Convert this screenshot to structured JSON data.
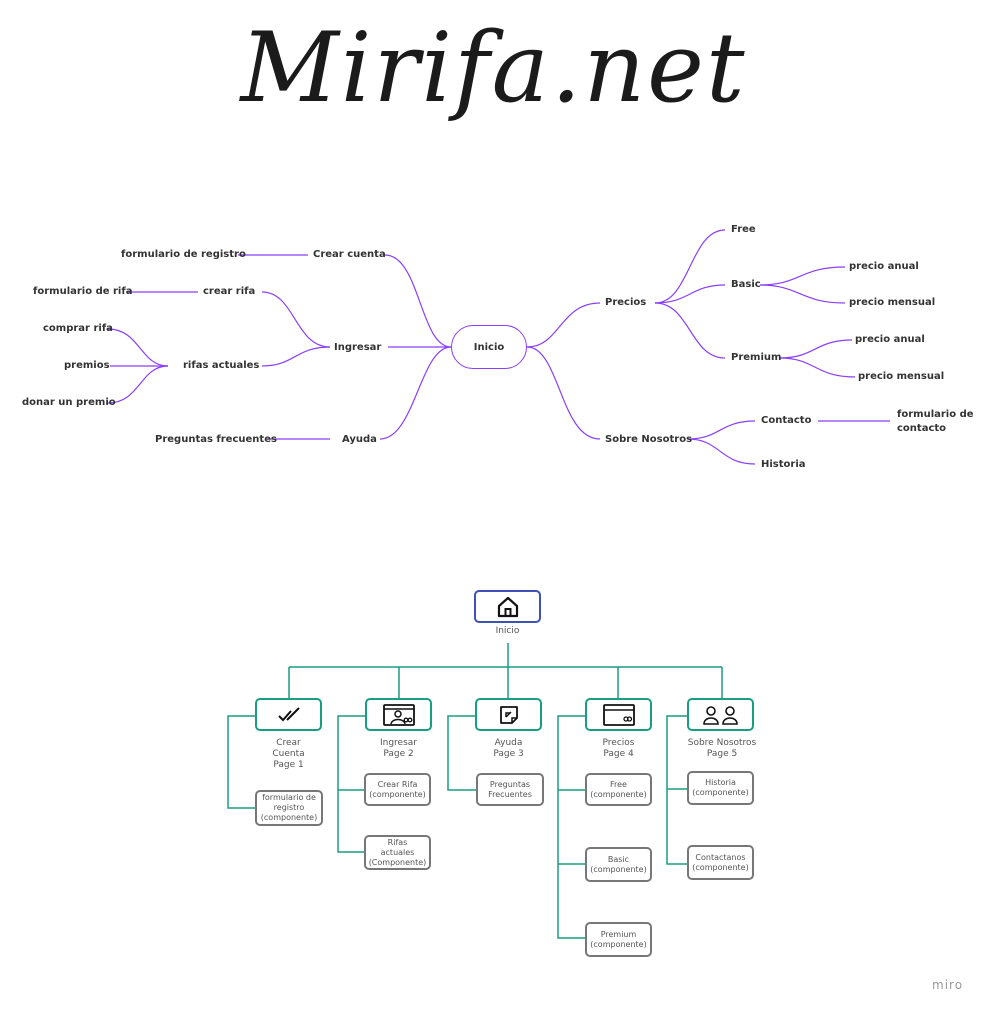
{
  "title": "Mirifa.net",
  "mindmap": {
    "center": "Inicio",
    "left": {
      "crear_cuenta": "Crear cuenta",
      "formulario_registro": "formulario de registro",
      "ingresar": "Ingresar",
      "crear_rifa": "crear  rifa",
      "formulario_rifa": "formulario de rifa",
      "rifas_actuales": "rifas  actuales",
      "comprar_rifa": "comprar rifa",
      "premios": "premios",
      "donar_premio": "donar un premio",
      "ayuda": "Ayuda",
      "preguntas_frecuentes": "Preguntas frecuentes"
    },
    "right": {
      "precios": "Precios",
      "free": "Free",
      "basic": "Basic",
      "basic_anual": "precio anual",
      "basic_mensual": "precio mensual",
      "premium": "Premium",
      "premium_anual": "precio anual",
      "premium_mensual": "precio mensual",
      "sobre_nosotros": "Sobre Nosotros",
      "contacto": "Contacto",
      "formulario_contacto": "formulario de contacto",
      "historia": "Historia"
    },
    "line_color": "#8a3ffc"
  },
  "sitemap": {
    "root": {
      "icon": "home-icon",
      "label": "Inicio"
    },
    "pages": [
      {
        "icon": "check-icon",
        "name": "Crear",
        "name2": "Cuenta",
        "page": "Page 1"
      },
      {
        "icon": "id-card-icon",
        "name": "Ingresar",
        "page": "Page 2"
      },
      {
        "icon": "note-icon",
        "name": "Ayuda",
        "page": "Page 3"
      },
      {
        "icon": "credit-card-icon",
        "name": "Precios",
        "page": "Page 4"
      },
      {
        "icon": "users-icon",
        "name": "Sobre Nosotros",
        "page": "Page 5"
      }
    ],
    "components": {
      "registro": {
        "l1": "formulario de",
        "l2": "registro",
        "l3": "(componente)"
      },
      "crear_rifa": {
        "l1": "Crear Rifa",
        "l2": "(componente)"
      },
      "rifas_actuales": {
        "l1": "Rifas",
        "l2": "actuales",
        "l3": "(Componente)"
      },
      "preguntas": {
        "l1": "Preguntas",
        "l2": "Frecuentes"
      },
      "free": {
        "l1": "Free",
        "l2": "(componente)"
      },
      "basic": {
        "l1": "Basic",
        "l2": "(componente)"
      },
      "premium": {
        "l1": "Premium",
        "l2": "(componente)"
      },
      "historia": {
        "l1": "Historia",
        "l2": "(componente)"
      },
      "contactanos": {
        "l1": "Contactanos",
        "l2": "(componente)"
      }
    },
    "line_color": "#1a9e82",
    "root_color": "#3f51b5"
  },
  "brand": "miro"
}
